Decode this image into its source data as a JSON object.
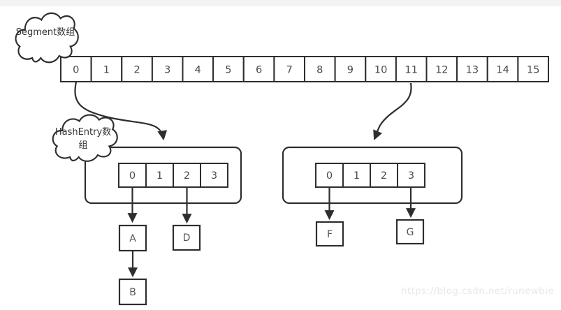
{
  "clouds": {
    "segment_label": "Segment数组",
    "hashentry_label": "HashEntry数组"
  },
  "segment_array": {
    "cells": [
      "0",
      "1",
      "2",
      "3",
      "4",
      "5",
      "6",
      "7",
      "8",
      "9",
      "10",
      "11",
      "12",
      "13",
      "14",
      "15"
    ]
  },
  "left_bucket": {
    "cells": [
      "0",
      "1",
      "2",
      "3"
    ],
    "node_a": "A",
    "node_b": "B",
    "node_d": "D"
  },
  "right_bucket": {
    "cells": [
      "0",
      "1",
      "2",
      "3"
    ],
    "node_f": "F",
    "node_g": "G"
  },
  "watermark": "https://blog.csdn.net/runewbie",
  "colors": {
    "line": "#2e2e2e",
    "cell_fill": "#ffffff",
    "text": "#4a4a4a",
    "watermark": "#e8e8e8"
  }
}
